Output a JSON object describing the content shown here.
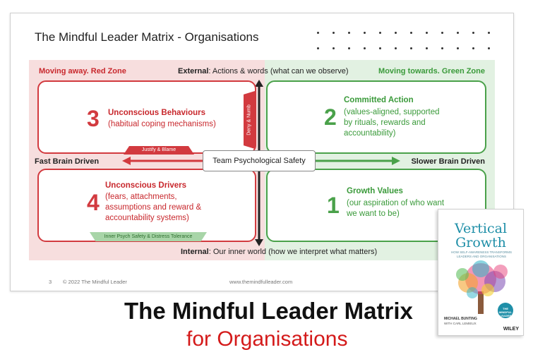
{
  "slide": {
    "title": "The Mindful Leader Matrix - Organisations",
    "zones": {
      "red_label": "Moving away. Red Zone",
      "green_label": "Moving towards. Green Zone"
    },
    "axes": {
      "external_bold": "External",
      "external_rest": ": Actions & words (what can we observe)",
      "internal_bold": "Internal",
      "internal_rest": ": Our inner world (how we interpret what matters)",
      "left": "Fast Brain Driven",
      "right": "Slower Brain Driven"
    },
    "center": "Team Psychological Safety",
    "quadrants": {
      "q3": {
        "number": "3",
        "title": "Unconscious Behaviours",
        "lines": [
          "(habitual coping mechanisms)"
        ]
      },
      "q2": {
        "number": "2",
        "title": "Committed Action",
        "lines": [
          "(values-aligned, supported",
          "by rituals, rewards and",
          "accountability)"
        ]
      },
      "q4": {
        "number": "4",
        "title": "Unconscious Drivers",
        "lines": [
          "(fears, attachments,",
          "assumptions and reward &",
          "accountability systems)"
        ]
      },
      "q1": {
        "number": "1",
        "title": "Growth Values",
        "lines": [
          "(our aspiration of who want",
          "we want to be)"
        ]
      }
    },
    "tags": {
      "justify": "Justify & Blame",
      "deny": "Deny & Numb",
      "inner": "Inner Psych Safety & Distress Tolerance"
    },
    "footer": {
      "page": "3",
      "copyright": "© 2022 The Mindful Leader",
      "url": "www.themindfulleader.com"
    }
  },
  "caption": {
    "line1": "The Mindful Leader Matrix",
    "line2": "for Organisations"
  },
  "book": {
    "title_line1": "Vertical",
    "title_line2": "Growth",
    "subtitle_line1": "HOW SELF-AWARENESS TRANSFORMS",
    "subtitle_line2": "LEADERS AND ORGANISATIONS",
    "author": "MICHAEL BUNTING",
    "coauthor": "WITH CARL LEMIEUX",
    "badge_line1": "THE",
    "badge_line2": "MINDFUL",
    "badge_line3": "LEADER",
    "publisher": "WILEY"
  },
  "colors": {
    "red": "#d23a3f",
    "green": "#4aa14a",
    "red_zone": "#f7dede",
    "green_zone": "#e2f1e2",
    "caption_red": "#d41a1a",
    "book_blue": "#1f8fa8"
  }
}
